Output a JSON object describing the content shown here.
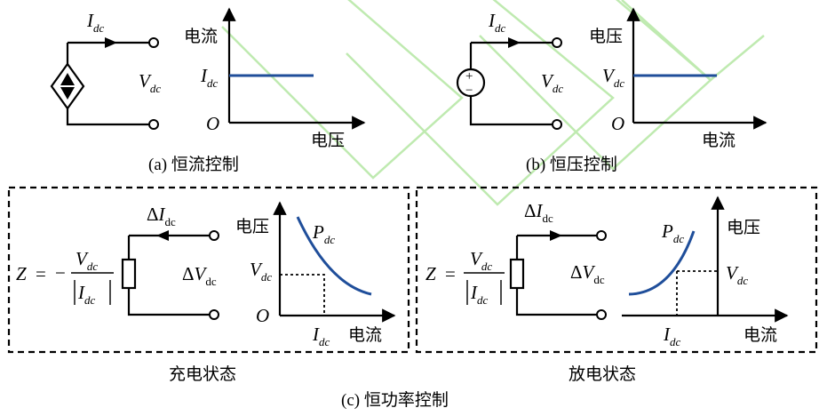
{
  "colors": {
    "curve": "#1f4e9a",
    "watermark": "#bfeab0",
    "line": "#000000"
  },
  "panel_a": {
    "caption": "(a) 恒流控制",
    "current_label": "I",
    "current_sub": "dc",
    "voltage_label": "V",
    "voltage_sub": "dc",
    "y_axis_label": "电流",
    "x_axis_label": "电压",
    "level_label": "I",
    "level_sub": "dc",
    "origin": "O",
    "source_icon": "dependent-current-source-icon"
  },
  "panel_b": {
    "caption": "(b) 恒压控制",
    "current_label": "I",
    "current_sub": "dc",
    "voltage_label": "V",
    "voltage_sub": "dc",
    "y_axis_label": "电压",
    "x_axis_label": "电流",
    "level_label": "V",
    "level_sub": "dc",
    "origin": "O",
    "source_icon": "voltage-source-icon",
    "plus": "+",
    "minus": "−"
  },
  "panel_c": {
    "caption": "(c) 恒功率控制",
    "charging": {
      "title": "充电状态",
      "delta_current_prefix": "Δ",
      "current_label": "I",
      "current_sub": "dc",
      "delta_voltage_prefix": "Δ",
      "voltage_label": "V",
      "voltage_sub": "dc",
      "impedance": {
        "z": "Z",
        "eq": "=",
        "sign": "−",
        "num": "V",
        "num_sub": "dc",
        "den": "I",
        "den_sub": "dc"
      },
      "y_axis_label": "电压",
      "x_axis_label": "电流",
      "curve_label": "P",
      "curve_sub": "dc",
      "v_tick": "V",
      "v_tick_sub": "dc",
      "i_tick": "I",
      "i_tick_sub": "dc",
      "origin": "O",
      "resistor_icon": "resistor-icon"
    },
    "discharging": {
      "title": "放电状态",
      "delta_current_prefix": "Δ",
      "current_label": "I",
      "current_sub": "dc",
      "delta_voltage_prefix": "Δ",
      "voltage_label": "V",
      "voltage_sub": "dc",
      "impedance": {
        "z": "Z",
        "eq": "=",
        "num": "V",
        "num_sub": "dc",
        "den": "I",
        "den_sub": "dc"
      },
      "y_axis_label": "电压",
      "x_axis_label": "电流",
      "curve_label": "P",
      "curve_sub": "dc",
      "v_tick": "V",
      "v_tick_sub": "dc",
      "i_tick": "I",
      "i_tick_sub": "dc",
      "resistor_icon": "resistor-icon"
    }
  }
}
